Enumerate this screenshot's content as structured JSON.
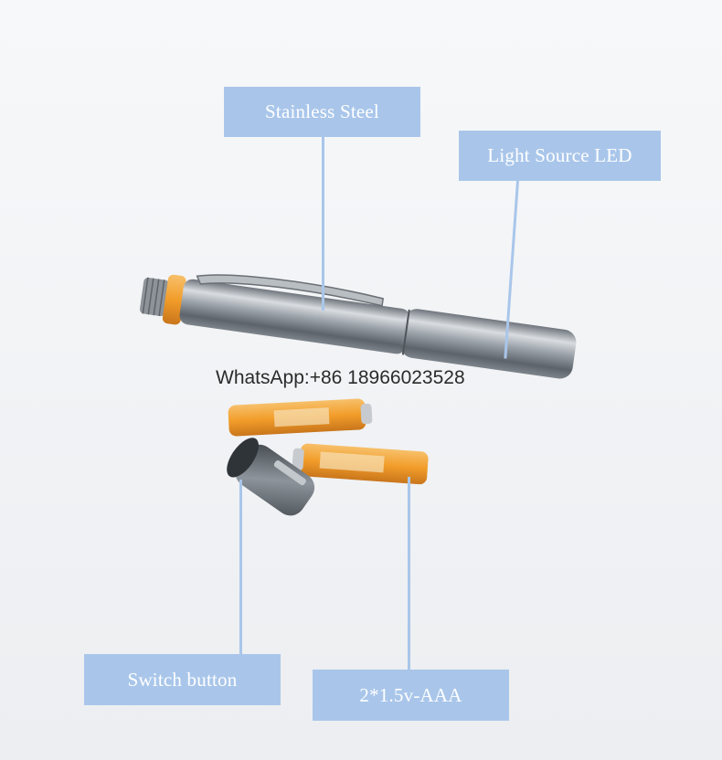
{
  "labels": {
    "stainless_steel": "Stainless Steel",
    "light_source": "Light Source  LED",
    "switch_button": "Switch button",
    "battery": "2*1.5v-AAA"
  },
  "watermark": "WhatsApp:+86 18966023528",
  "colors": {
    "label_bg": "#a9c6ea",
    "label_text": "#ffffff",
    "battery_orange": "#f2a33a",
    "steel": "#9ea4aa",
    "ring": "#e48a1f"
  }
}
